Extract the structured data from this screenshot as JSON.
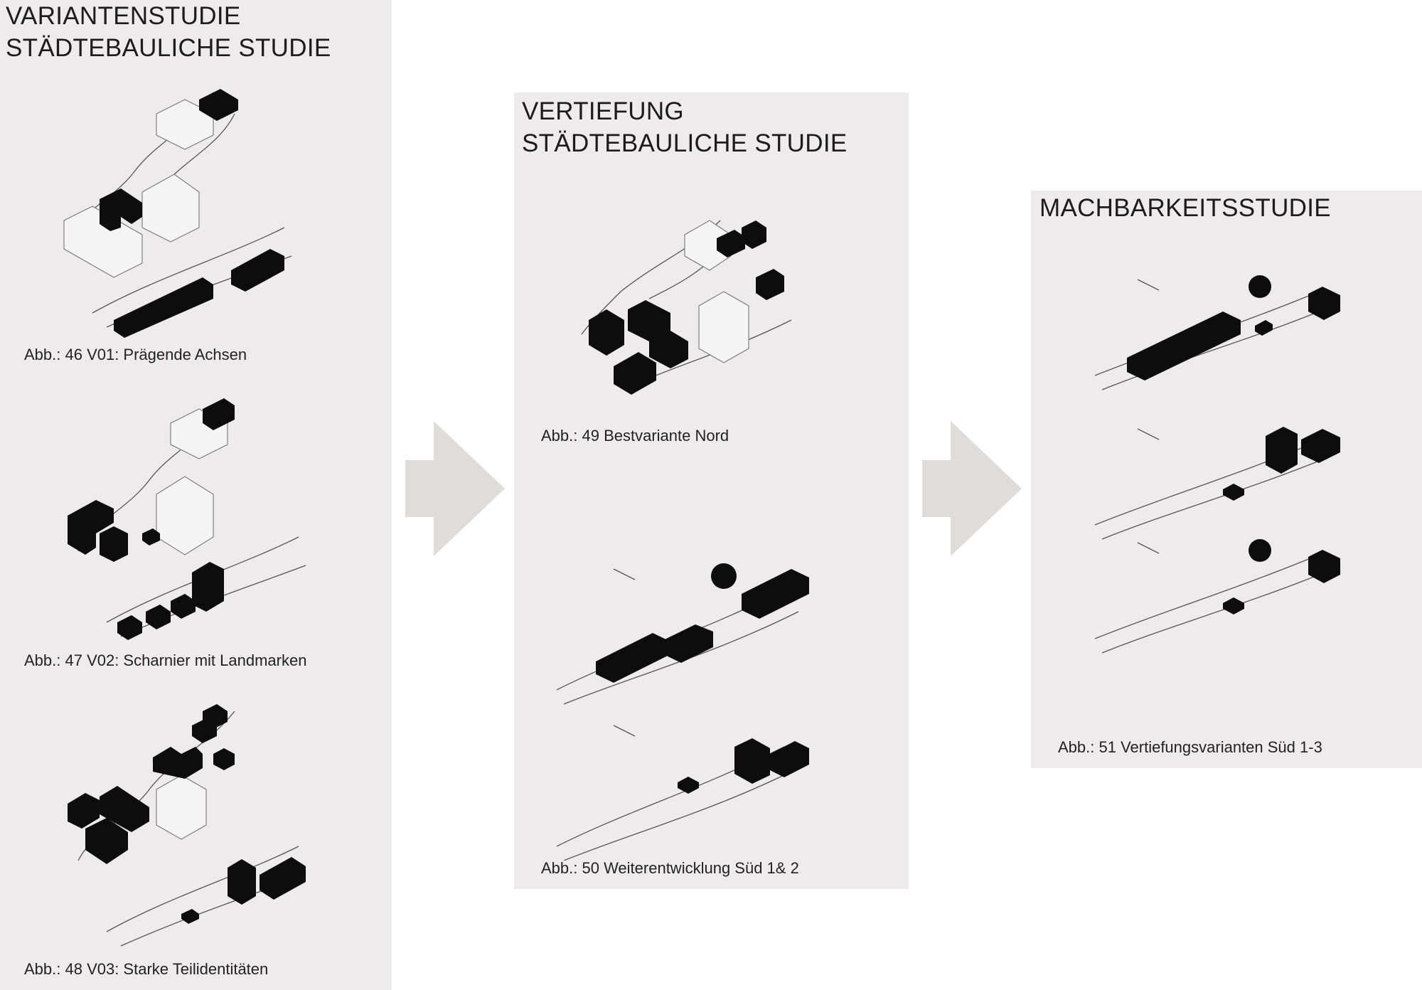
{
  "panels": {
    "varianten": {
      "title_line1": "VARIANTENSTUDIE",
      "title_line2": "STÄDTEBAULICHE STUDIE",
      "captions": [
        "Abb.: 46  V01: Prägende Achsen",
        "Abb.: 47  V02: Scharnier mit Landmarken",
        "Abb.: 48  V03: Starke Teilidentitäten"
      ]
    },
    "vertiefung": {
      "title_line1": "VERTIEFUNG",
      "title_line2": "STÄDTEBAULICHE STUDIE",
      "captions": [
        "Abb.: 49  Bestvariante Nord",
        "Abb.: 50  Weiterentwicklung Süd 1& 2"
      ]
    },
    "machbarkeit": {
      "title": "MACHBARKEITSSTUDIE",
      "caption": "Abb.: 51  Vertiefungsvarianten Süd 1-3"
    }
  },
  "colors": {
    "panel_bg": "#edebeb",
    "arrow": "#e0dcda",
    "building": "#0d0d0d"
  }
}
